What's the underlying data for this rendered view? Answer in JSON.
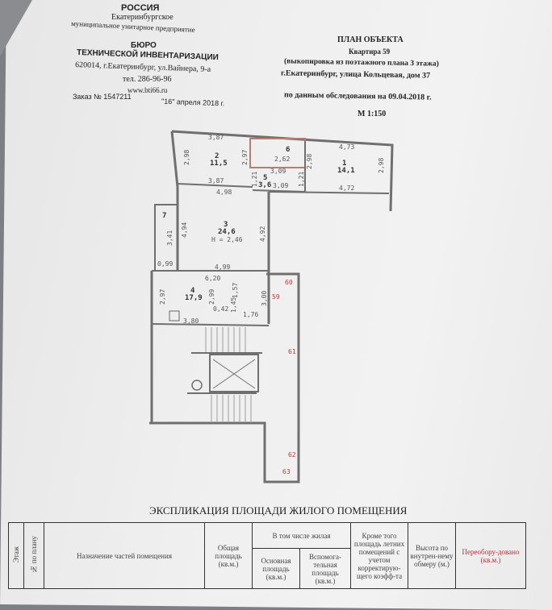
{
  "org": {
    "country": "РОССИЯ",
    "city": "Екатеринбургское",
    "type": "муниципальное унитарное предприятие",
    "bureau1": "БЮРО",
    "bureau2": "ТЕХНИЧЕСКОЙ ИНВЕНТАРИЗАЦИИ",
    "address": "620014, г.Екатеринбург, ул.Вайнера, 9-а",
    "phone": "тел. 286-96-96",
    "site": "www.bti66.ru",
    "order": "Заказ № 1547211",
    "date": "\"16\" апреля 2018 г."
  },
  "title": {
    "heading": "ПЛАН ОБЪЕКТА",
    "apartment": "Квартира 59",
    "copy": "(выкопировка из поэтажного плана 3 этажа)",
    "address": "г.Екатеринбург, улица Кольцевая, дом 37",
    "survey": "по данным обследования на 09.04.2018 г.",
    "scale": "М 1:150"
  },
  "plan": {
    "rooms": [
      {
        "num": "1",
        "area": "14,1"
      },
      {
        "num": "2",
        "area": "11,5"
      },
      {
        "num": "3",
        "area": "24,6"
      },
      {
        "num": "4",
        "area": "17,9"
      },
      {
        "num": "5",
        "area": "3,6"
      },
      {
        "num": "6",
        "area": "2,62"
      },
      {
        "num": "7",
        "area": ""
      }
    ],
    "height": "Н = 2,46",
    "dims": [
      "3,87",
      "2,98",
      "2,97",
      "3,87",
      "4,98",
      "4,73",
      "4,72",
      "2,98",
      "3,09",
      "3,09",
      "1,21",
      "1,21",
      "2,98",
      "3,41",
      "4,94",
      "4,92",
      "0,99",
      "4,99",
      "6,20",
      "2,97",
      "2,99",
      "1,57",
      "0,42",
      "1,76",
      "3,80",
      "3,00",
      "1,45"
    ],
    "marks": [
      "60",
      "59",
      "61",
      "62",
      "63"
    ]
  },
  "explication": {
    "title": "ЭКСПЛИКАЦИЯ ПЛОЩАДИ ЖИЛОГО ПОМЕЩЕНИЯ",
    "cols": {
      "floor": "Этаж",
      "num": "№ по плану",
      "purpose": "Назначение частей помещения",
      "total": "Общая площадь (кв.м.)",
      "living": "В том числе жилая",
      "main": "Основная площадь (кв.м.)",
      "aux": "Вспомога-тельная площадь (кв.м.)",
      "summer": "Кроме того площадь летних помещений с учетом корректирую-щего коэфф-та",
      "height": "Высота по внутрен-нему обмеру (м.)",
      "rebuilt": "Переобору-довано (кв.м.)"
    }
  }
}
